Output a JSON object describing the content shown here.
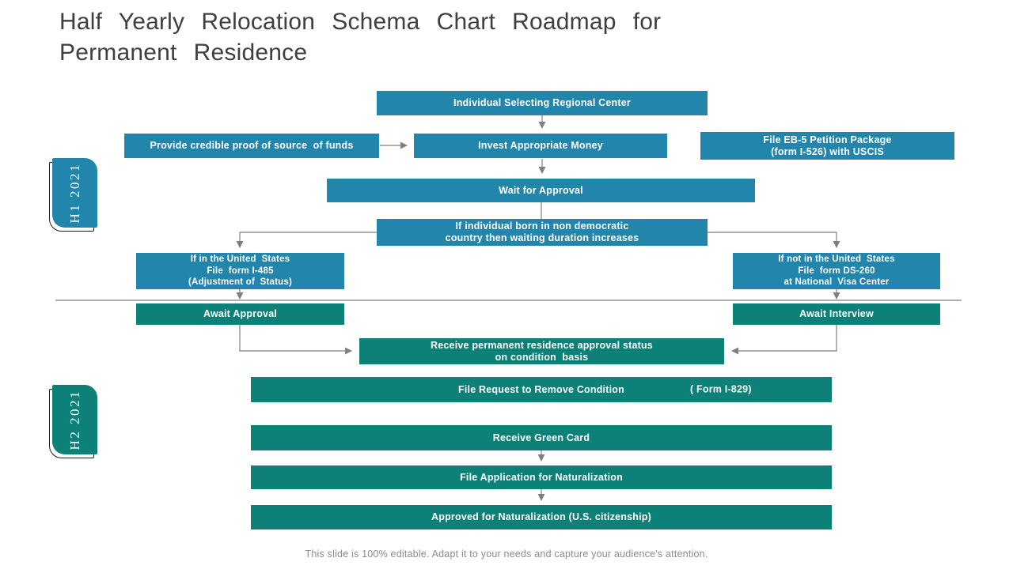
{
  "slide": {
    "title": "Half Yearly Relocation Schema Chart Roadmap for Permanent Residence",
    "footer": "This slide is 100% editable. Adapt it to your needs and capture your audience's attention."
  },
  "timeline": {
    "h1_label": "H1 2021",
    "h2_label": "H2 2021"
  },
  "colors": {
    "blue": "#2286AC",
    "teal": "#0D8078",
    "connector": "#7F7F7F"
  },
  "nodes": {
    "select_center": "Individual Selecting Regional Center",
    "proof_funds": "Provide credible proof of source  of funds",
    "invest": "Invest Appropriate Money",
    "eb5_lines": [
      "File EB-5 Petition Package",
      "(form I-526) with USCIS"
    ],
    "wait_approval": "Wait for Approval",
    "born_lines": [
      "If individual born in non democratic",
      "country then waiting duration increases"
    ],
    "in_us_lines": [
      "If in the United  States",
      "File  form I-485",
      "(Adjustment of  Status)"
    ],
    "not_us_lines": [
      "If not in the United  States",
      "File  form DS-260",
      "at National  Visa Center"
    ],
    "await_approval": "Await Approval",
    "await_interview": "Await Interview",
    "receive_status_lines": [
      "Receive permanent residence approval status",
      "on condition  basis"
    ],
    "file_request": "File Request to Remove Condition",
    "file_request_form": "( Form I-829)",
    "green_card": "Receive Green Card",
    "file_naturalization": "File Application for Naturalization",
    "approved": "Approved for Naturalization (U.S. citizenship)"
  }
}
